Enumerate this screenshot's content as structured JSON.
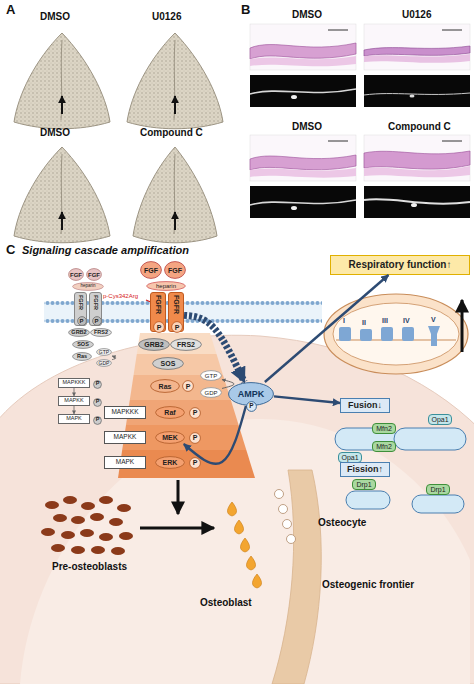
{
  "diagram": {
    "title": "Signaling cascade amplification",
    "nodes": [
      {
        "text": [
          "FGF"
        ]
      },
      {
        "text": [
          "FGF"
        ]
      },
      {
        "text": [
          "heparin"
        ]
      },
      {
        "text": [
          "FGFR"
        ]
      },
      {
        "text": [
          "P"
        ],
        "in": 3
      },
      {
        "text": [
          "FGFR"
        ]
      },
      {
        "text": [
          "P"
        ],
        "in": 5
      },
      {
        "text": [
          "GRB2"
        ]
      },
      {
        "text": [
          "FRS2"
        ]
      },
      {
        "text": [
          "SOS"
        ]
      },
      {
        "text": [
          "Ras"
        ]
      },
      {
        "text": [
          "GTP"
        ]
      },
      {
        "text": [
          "GDP"
        ]
      },
      {
        "text": [
          "MAPKKK"
        ]
      },
      {
        "text": [
          "P"
        ],
        "in": 13
      },
      {
        "text": [
          "MAPKK"
        ]
      },
      {
        "text": [
          "P"
        ],
        "in": 15
      },
      {
        "text": [
          "MAPK"
        ]
      },
      {
        "text": [
          "P"
        ],
        "in": 17
      },
      {
        "text": [
          "FGF"
        ]
      },
      {
        "text": [
          "FGF"
        ]
      },
      {
        "text": [
          "heparin"
        ]
      },
      {
        "text": [
          "FGFR"
        ]
      },
      {
        "text": [
          "P"
        ],
        "in": 22
      },
      {
        "text": [
          "FGFR"
        ]
      },
      {
        "text": [
          "P"
        ],
        "in": 24
      },
      {
        "text": [
          "GRB2"
        ]
      },
      {
        "text": [
          "FRS2"
        ]
      },
      {
        "text": [
          "SOS"
        ]
      },
      {
        "text": [
          "Ras"
        ]
      },
      {
        "text": [
          "P"
        ],
        "in": 29
      },
      {
        "text": [
          "GTP"
        ]
      },
      {
        "text": [
          "GDP"
        ]
      },
      {
        "text": [
          "MAPKKK"
        ]
      },
      {
        "text": [
          "Raf"
        ]
      },
      {
        "text": [
          "P"
        ],
        "in": 34
      },
      {
        "text": [
          "MAPKK"
        ]
      },
      {
        "text": [
          "MEK"
        ]
      },
      {
        "text": [
          "P"
        ],
        "in": 37
      },
      {
        "text": [
          "MAPK"
        ]
      },
      {
        "text": [
          "ERK"
        ]
      },
      {
        "text": [
          "P"
        ],
        "in": 40
      },
      {
        "text": [
          "AMPK"
        ]
      },
      {
        "text": [
          "P"
        ],
        "in": 42
      },
      {
        "text": [
          "Respiratory function↑"
        ]
      },
      {
        "text": [
          "Fusion↓"
        ]
      },
      {
        "text": [
          "Opa1"
        ]
      },
      {
        "text": [
          "Mfn2"
        ]
      },
      {
        "text": [
          "Mfn2"
        ]
      },
      {
        "text": [
          "Opa1"
        ]
      },
      {
        "text": [
          "Fission↑"
        ]
      },
      {
        "text": [
          "Drp1"
        ]
      },
      {
        "text": [
          "Drp1"
        ]
      }
    ],
    "edges": [
      {
        "from": 24,
        "to": 42,
        "arrow": "to"
      },
      {
        "from": 42,
        "to": 44,
        "arrow": "to"
      },
      {
        "from": 42,
        "to": 45,
        "arrow": "to"
      },
      {
        "from": 42,
        "to": 37,
        "arrow": "to"
      },
      {
        "from": 32,
        "to": 31,
        "arrow": "to"
      },
      {
        "from": 12,
        "to": 11,
        "arrow": "to"
      },
      {
        "from": 13,
        "to": 15,
        "arrow": "to"
      },
      {
        "from": 15,
        "to": 17,
        "arrow": "to"
      }
    ],
    "labels": [
      "A",
      "DMSO",
      "U0126",
      "DMSO",
      "Compound C",
      "B",
      "DMSO",
      "U0126",
      "DMSO",
      "Compound C",
      "C",
      "p-Cys342Arg",
      "I",
      "II",
      "III",
      "IV",
      "V",
      "Pre-osteoblasts",
      "Osteoblast",
      "Osteocyte",
      "Osteogenic frontier"
    ]
  }
}
